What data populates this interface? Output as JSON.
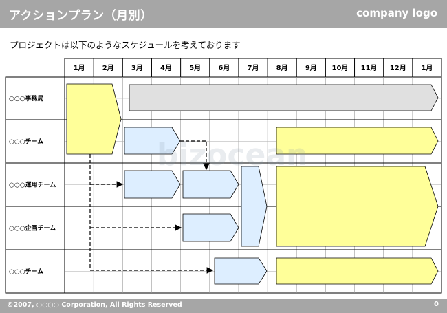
{
  "header": {
    "title": "アクションプラン（月別）",
    "logo": "company logo"
  },
  "subtitle": "プロジェクトは以下のようなスケジュールを考えております",
  "months": [
    "1月",
    "2月",
    "3月",
    "4月",
    "5月",
    "6月",
    "7月",
    "8月",
    "9月",
    "10月",
    "11月",
    "12月",
    "1月"
  ],
  "rows": [
    "○○○事務局",
    "○○○チーム",
    "○○○運用チーム",
    "○○○企画チーム",
    "○○○チーム"
  ],
  "footer": {
    "copyright": "©2007, ○○○○ Corporation, All Rights Reserved",
    "page": "0"
  },
  "colors": {
    "yellow": "#ffff99",
    "light_blue": "#ddeeff",
    "gray_bar": "#e0e0e0",
    "header_bg": "#a6a6a6"
  }
}
